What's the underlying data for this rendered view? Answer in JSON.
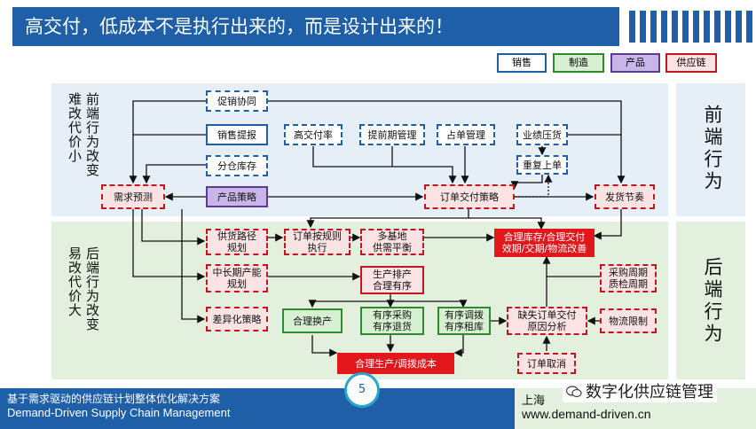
{
  "title": "高交付，低成本不是执行出来的，而是设计出来的！",
  "legend": {
    "sales": "销售",
    "manufacturing": "制造",
    "product": "产品",
    "supply_chain": "供应链"
  },
  "left_labels": {
    "top_col1": "前端行为改变",
    "top_col2": "难改代价小",
    "bot_col1": "后端行为改变",
    "bot_col2": "易改代价大"
  },
  "side_labels": {
    "top": "前端行为",
    "bottom": "后端行为"
  },
  "nodes": {
    "promo": "促销协同",
    "sales_report": "销售提报",
    "warehouse_stock": "分仓库存",
    "demand_forecast": "需求预测",
    "product_strategy": "产品策略",
    "high_delivery": "高交付率",
    "advance_mgmt": "提前期管理",
    "order_occupy": "占单管理",
    "kpi_pressure": "业绩压货",
    "dup_order": "重复上单",
    "order_strategy": "订单交付策略",
    "ship_rhythm": "发货节奏",
    "supply_path_1": "供货路径",
    "supply_path_2": "规划",
    "order_rule_1": "订单按规则",
    "order_rule_2": "执行",
    "multi_base_1": "多基地",
    "multi_base_2": "供需平衡",
    "reasonable_1": "合理库存/合理交付",
    "reasonable_2": "效期/交期/物流改善",
    "long_cycle_1": "中长期产能",
    "long_cycle_2": "规划",
    "prod_sched_1": "生产排产",
    "prod_sched_2": "合理有序",
    "purchase_cycle_1": "采购周期",
    "purchase_cycle_2": "质检周期",
    "diff_strategy": "差异化策略",
    "changeover": "合理换产",
    "ordered_purchase_1": "有序采购",
    "ordered_purchase_2": "有序退货",
    "ordered_transfer_1": "有序调拨",
    "ordered_transfer_2": "有序租库",
    "stockout_1": "缺失订单交付",
    "stockout_2": "原因分析",
    "logistics_limit": "物流限制",
    "reasonable_prod": "合理生产/调拨成本",
    "order_cancel": "订单取消"
  },
  "footer": {
    "left_line1": "基于需求驱动的供应链计划整体优化解决方案",
    "left_line2": "Demand-Driven Supply  Chain Management",
    "page": "5",
    "right_line1": "上海",
    "right_line2": "www.demand-driven.cn",
    "watermark": "数字化供应链管理"
  },
  "colors": {
    "primary": "#1f5fa8",
    "red": "#c0181e",
    "green": "#2f8a2f",
    "purple": "#5b3c8f"
  }
}
